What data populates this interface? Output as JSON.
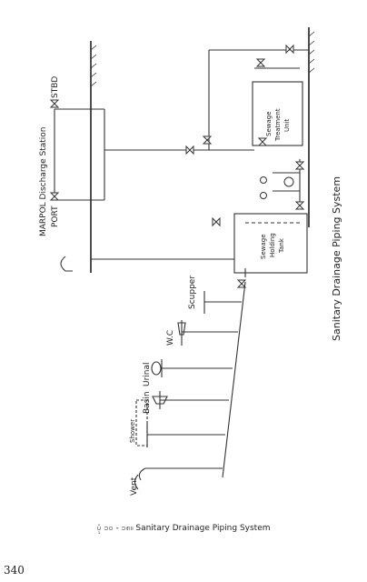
{
  "diagram": {
    "title": "Sanitary Drainage Piping System",
    "station_label": "MARPOL Discharge Station",
    "port_label": "PORT",
    "stbd_label": "STBD",
    "treatment_unit_label_1": "Sewage",
    "treatment_unit_label_2": "Treatment",
    "treatment_unit_label_3": "Unit",
    "holding_tank_label_1": "Sewage",
    "holding_tank_label_2": "Holding",
    "holding_tank_label_3": "Tank",
    "fixtures": {
      "scupper": "Scupper",
      "wc": "W.C",
      "urinal": "Urinal",
      "basin": "Basin",
      "shower": "Shower",
      "vent": "Vent"
    }
  },
  "caption": "ပုံ ၁၀ - ၁၈။ Sanitary Drainage Piping System",
  "page_number": "340"
}
